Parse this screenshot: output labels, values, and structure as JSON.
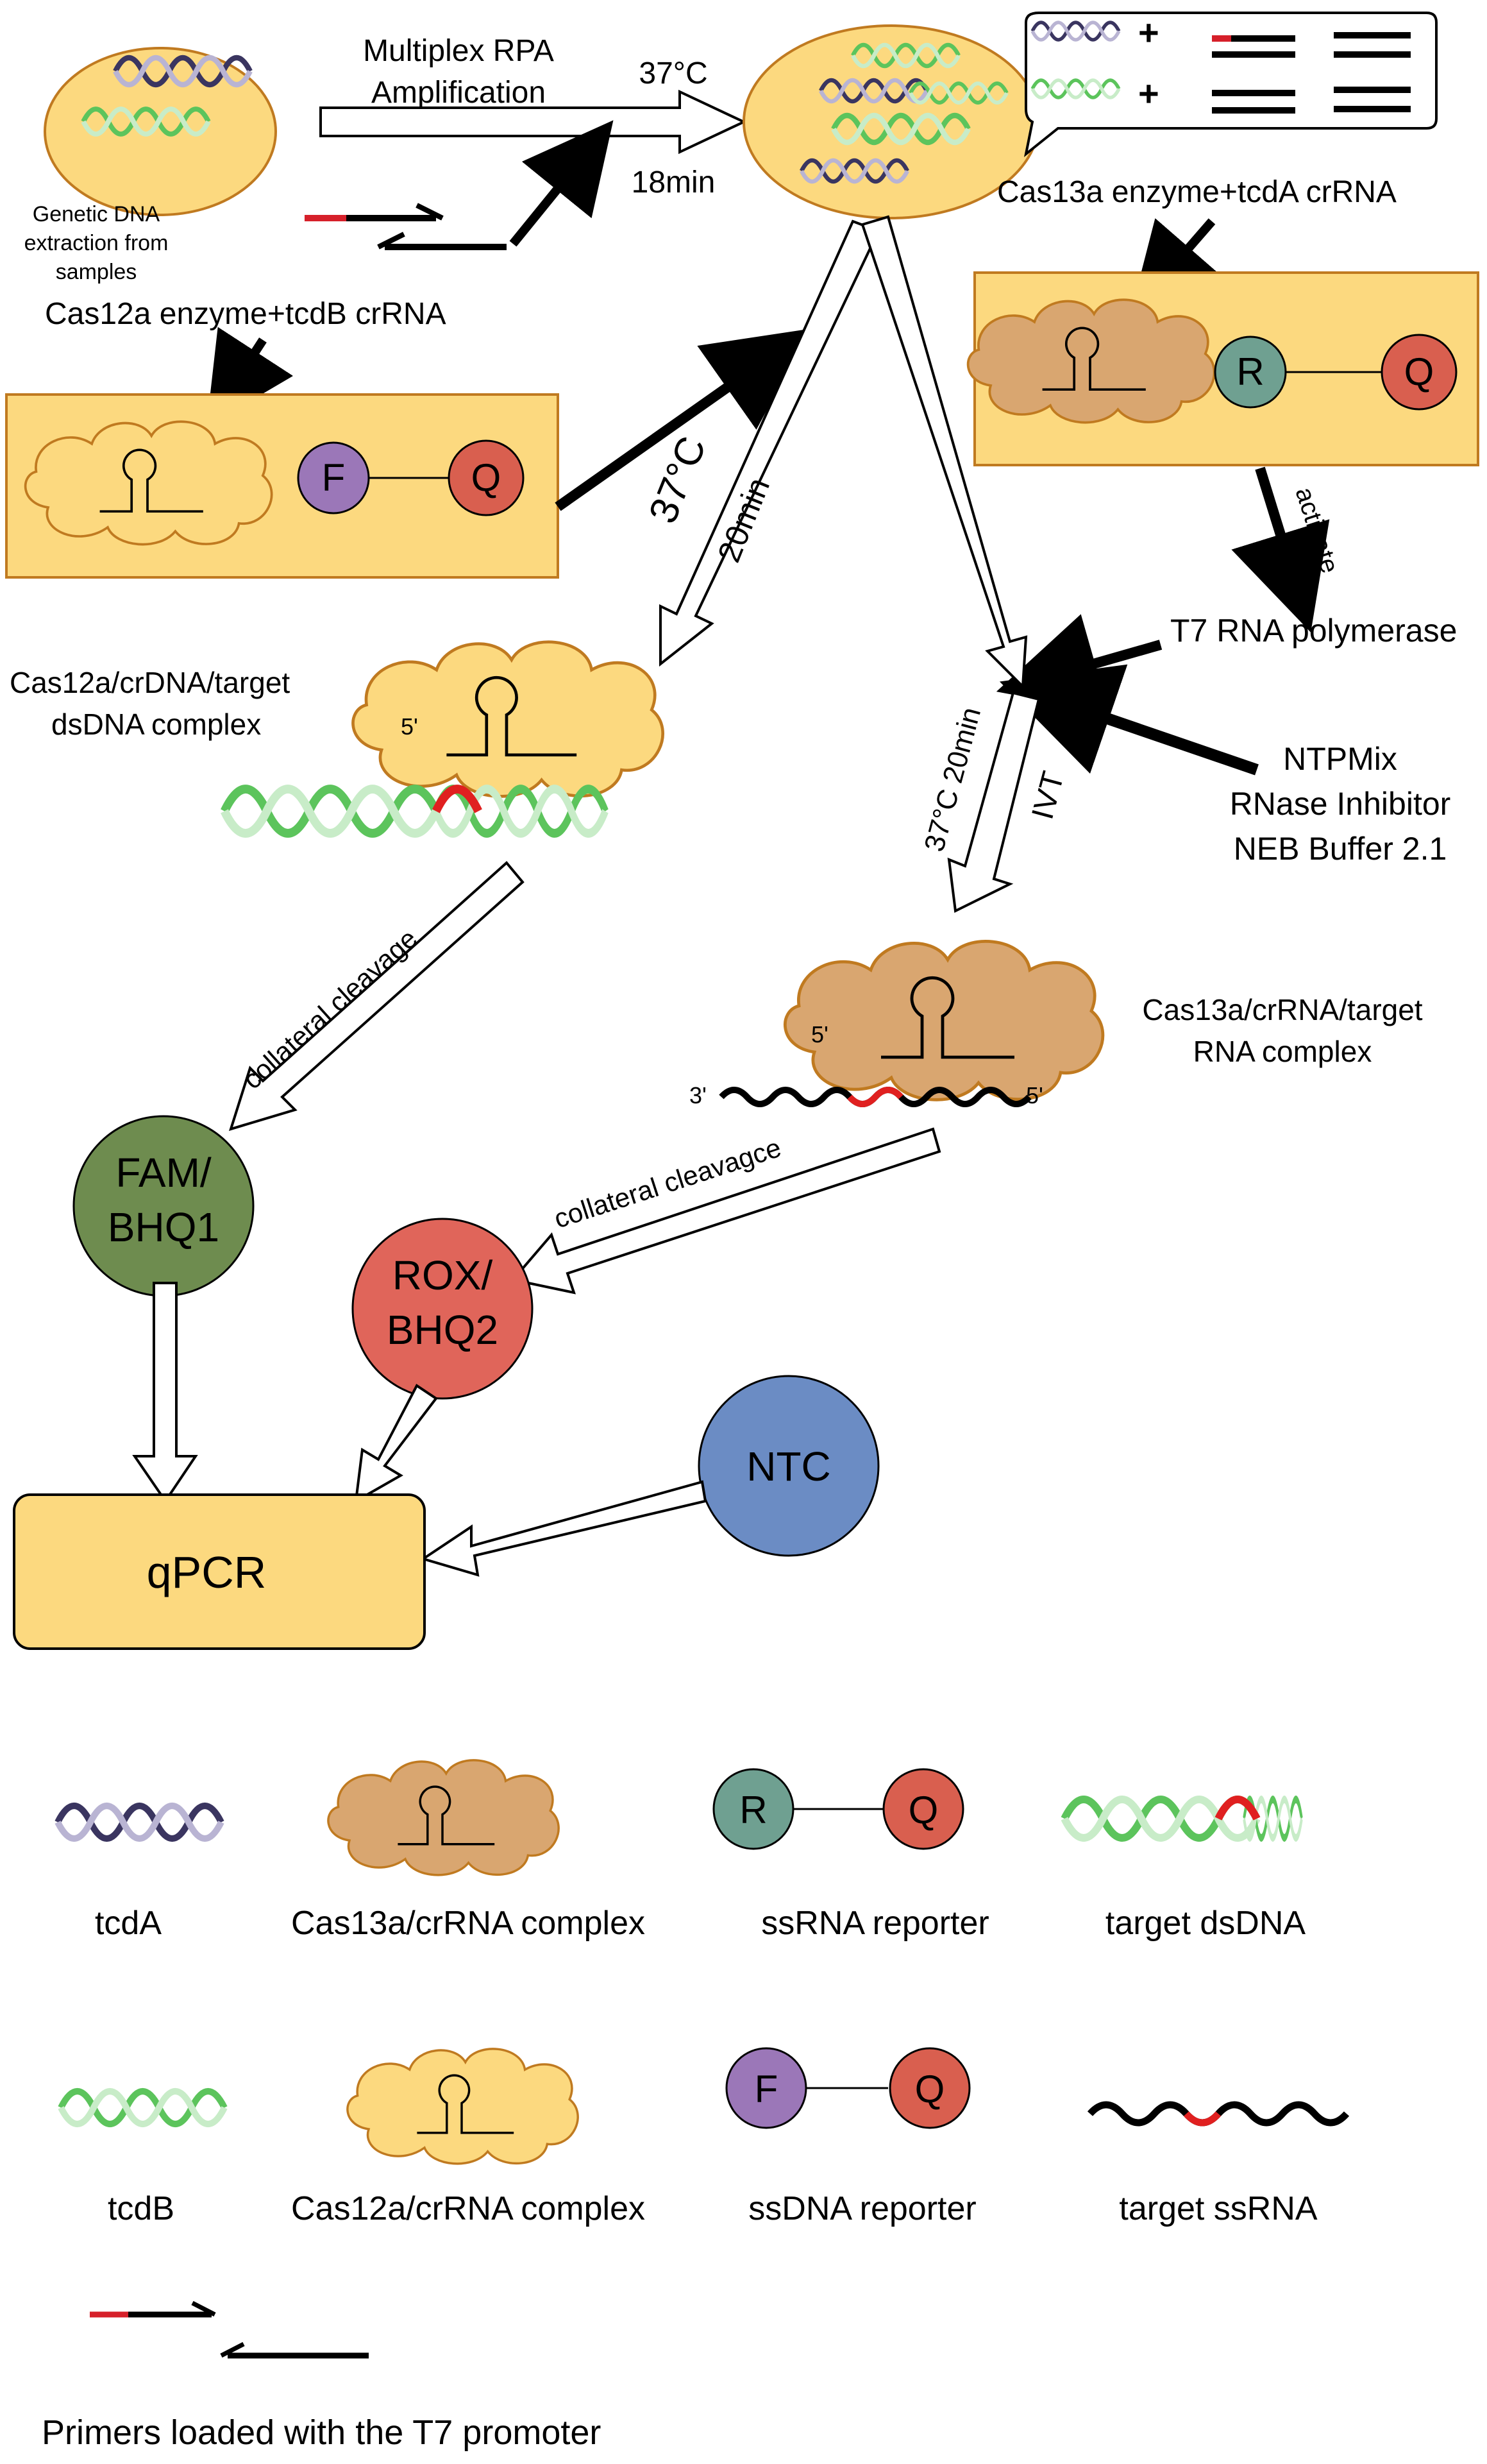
{
  "labels": {
    "multiplex_rpa_line1": "Multiplex RPA",
    "multiplex_rpa_line2": "Amplification",
    "temp_rpa": "37°C",
    "time_rpa": "18min",
    "extraction_line1": "Genetic DNA",
    "extraction_line2": "extraction from",
    "extraction_line3": "samples",
    "cas12a_enzyme": "Cas12a enzyme+tcdB crRNA",
    "cas13a_enzyme": "Cas13a enzyme+tcdA crRNA",
    "activate": "activate",
    "t7_polymerase": "T7 RNA polymerase",
    "ntpmix": "NTPMix",
    "rnase_inhibitor": "RNase Inhibitor",
    "neb_buffer": "NEB Buffer 2.1",
    "temp_cas12a": "37°C",
    "time_cas12a": "20min",
    "ivt_temp_time": "37°C 20min",
    "ivt": "IVT",
    "cas12a_complex_line1": "Cas12a/crDNA/target",
    "cas12a_complex_line2": "dsDNA complex",
    "cas13a_complex_line1": "Cas13a/crRNA/target",
    "cas13a_complex_line2": "RNA complex",
    "collateral_left": "collateral cleavage",
    "collateral_right": "collateral cleavagce",
    "five_prime": "5'",
    "three_prime": "3'",
    "fam": "FAM/",
    "bhq1": "BHQ1",
    "rox": "ROX/",
    "bhq2": "BHQ2",
    "ntc": "NTC",
    "qpcr": "qPCR",
    "plus": "+",
    "f_letter": "F",
    "q_letter": "Q",
    "r_letter": "R"
  },
  "legend": {
    "tcdA": "tcdA",
    "cas13a_complex": "Cas13a/crRNA complex",
    "ssrna_reporter": "ssRNA reporter",
    "target_dsdna": "target dsDNA",
    "tcdB": "tcdB",
    "cas12a_complex": "Cas12a/crRNA complex",
    "ssdna_reporter": "ssDNA reporter",
    "target_ssrna": "target ssRNA",
    "primers": "Primers loaded with the T7 promoter"
  },
  "colors": {
    "yellow_fill": "#fcd97f",
    "yellow_edge": "#c07a20",
    "tan_fill": "#d9a670",
    "fam_green": "#6e8c4f",
    "rox_red": "#e0655a",
    "ntc_blue": "#6b8cc4",
    "f_purple": "#9b77b8",
    "r_teal": "#6fa091",
    "q_red": "#d95f4f",
    "tcdA_dark": "#3a3560",
    "tcdB_green": "#6dcc6d",
    "promoter_red": "#d6202a"
  }
}
